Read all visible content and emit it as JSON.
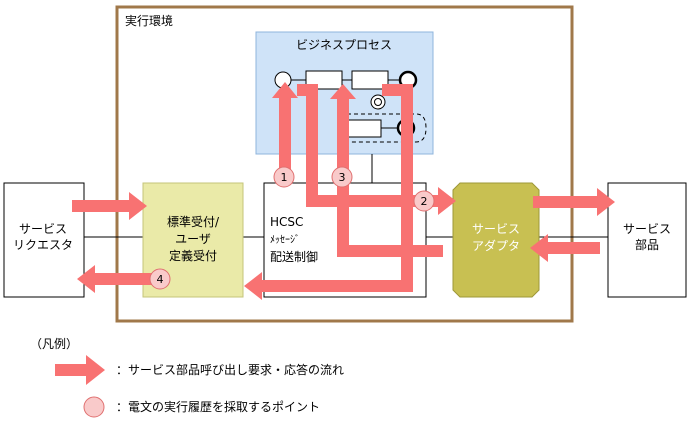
{
  "diagram": {
    "env_label": "実行環境",
    "bp_label": "ビジネスプロセス",
    "requester_lines": [
      "サービス",
      "リクエスタ"
    ],
    "reception_lines": [
      "標準受付/",
      "ユーザ",
      "定義受付"
    ],
    "hcsc_lines": [
      "HCSC",
      "ﾒｯｾｰｼﾞ",
      "配送制御"
    ],
    "adapter_lines": [
      "サービス",
      "アダプタ"
    ],
    "component_lines": [
      "サービス",
      "部品"
    ],
    "points": [
      "1",
      "2",
      "3",
      "4"
    ],
    "legend_title": "（凡例）",
    "legend_arrow_text": "：サービス部品呼び出し要求・応答の流れ",
    "legend_point_text": "：電文の実行履歴を採取するポイント"
  },
  "colors": {
    "arrow": "#f87272",
    "env_border": "#a0784a",
    "bp_fill": "#cfe3f8",
    "bp_border": "#8fb4dc",
    "reception_fill": "#eaeaa8",
    "adapter_fill": "#c8c052",
    "point_fill": "#f9caca",
    "point_border": "#e07070"
  }
}
